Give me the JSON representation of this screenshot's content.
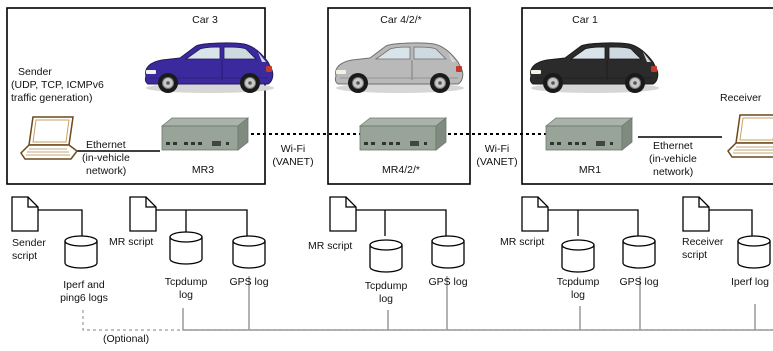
{
  "cars": [
    {
      "id": "car3",
      "title": "Car 3",
      "router": "MR3",
      "body_color": "#3a2a9e"
    },
    {
      "id": "car4",
      "title": "Car 4/2/*",
      "router": "MR4/2/*",
      "body_color": "#b9b9b9"
    },
    {
      "id": "car1",
      "title": "Car 1",
      "router": "MR1",
      "body_color": "#2b2b2b"
    }
  ],
  "sender": {
    "label_lines": [
      "Sender",
      "(UDP, TCP, ICMPv6",
      "traffic generation)"
    ]
  },
  "receiver": {
    "label": "Receiver"
  },
  "ethernet_left": {
    "lines": [
      "Ethernet",
      "(in-vehicle",
      "network)"
    ]
  },
  "ethernet_right": {
    "lines": [
      "Ethernet",
      "(in-vehicle",
      "network)"
    ]
  },
  "wifi_left": {
    "lines": [
      "Wi-Fi",
      "(VANET)"
    ]
  },
  "wifi_right": {
    "lines": [
      "Wi-Fi",
      "(VANET)"
    ]
  },
  "logs": {
    "sender_script": [
      "Sender",
      "script"
    ],
    "iperf_ping": [
      "Iperf and",
      "ping6 logs"
    ],
    "mr_script": "MR script",
    "tcpdump": [
      "Tcpdump",
      "log"
    ],
    "gps": "GPS log",
    "receiver_script": [
      "Receiver",
      "script"
    ],
    "iperf_log": "Iperf log"
  },
  "optional": "(Optional)",
  "colors": {
    "line": "#000000",
    "bus": "#9a9a9a",
    "router": "#8e9a8e"
  }
}
